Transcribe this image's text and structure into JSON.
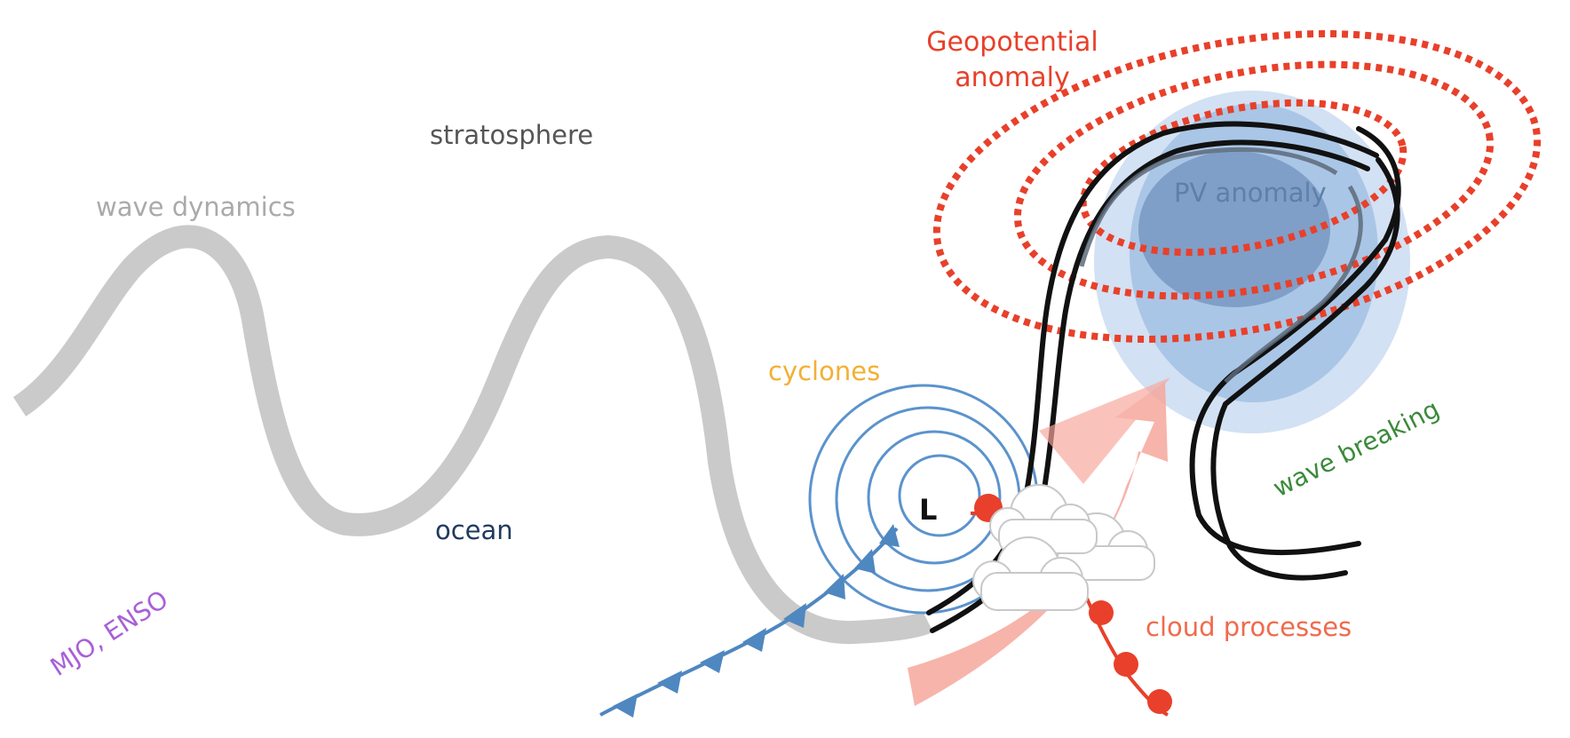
{
  "labels": {
    "geopotential_line1": "Geopotential",
    "geopotential_line2": "anomaly",
    "stratosphere": "stratosphere",
    "wave_dynamics": "wave dynamics",
    "pv_anomaly": "PV anomaly",
    "cyclones": "cyclones",
    "low_symbol": "L",
    "wave_breaking": "wave breaking",
    "ocean": "ocean",
    "cloud_processes": "cloud processes",
    "mjo_enso": "MJO, ENSO"
  },
  "colors": {
    "geopotential": "#e8402a",
    "stratosphere": "#555555",
    "wave_dynamics": "#aaaaaa",
    "wave_band": "#cacaca",
    "pv_outer": "#d2e1f3",
    "pv_middle": "#aac6e6",
    "pv_inner": "#7f9fc8",
    "pv_text": "#5e7fa8",
    "cyclones": "#f2b035",
    "cyclone_rings": "#5b93cc",
    "cold_front": "#4f87c0",
    "warm_front": "#e8402a",
    "jet_lines": "#111111",
    "ascent_arrow": "#f6a79c",
    "wave_breaking": "#3a8a3a",
    "ocean": "#1f3a5f",
    "cloud_processes": "#ef6b4d",
    "mjo_enso": "#a860d8"
  },
  "icons": {
    "cloud": "cloud-icon",
    "cold_front": "cold-front-icon",
    "warm_front": "warm-front-icon",
    "arrow": "ascent-arrow-icon"
  }
}
